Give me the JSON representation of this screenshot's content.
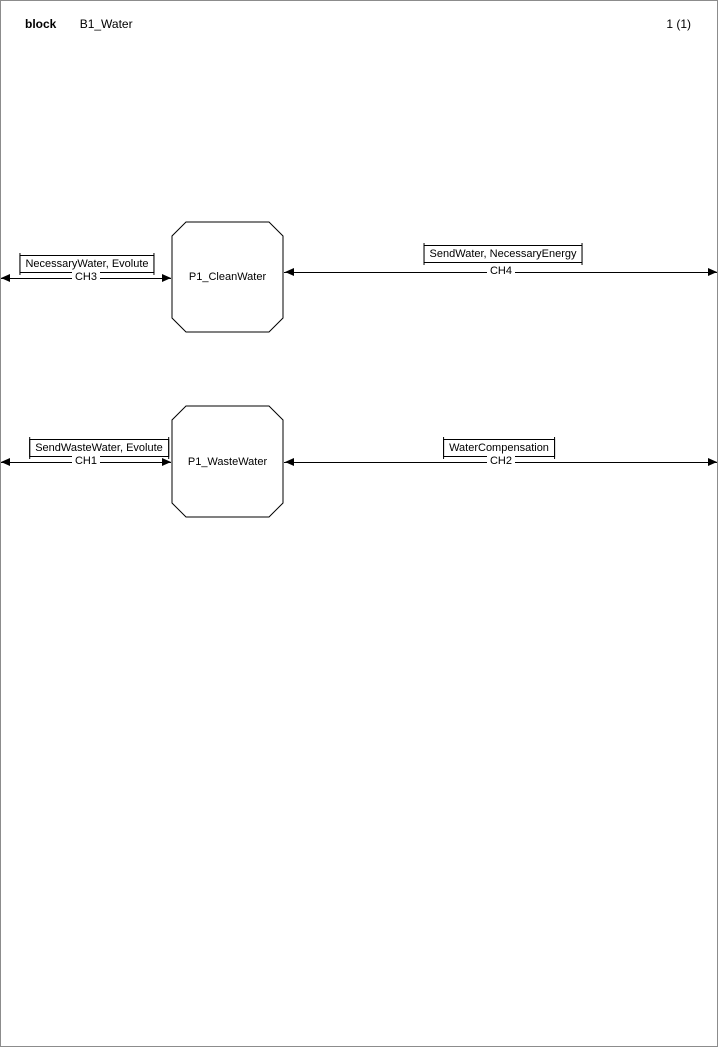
{
  "page": {
    "kind_label": "block",
    "title": "B1_Water",
    "page_number": "1 (1)"
  },
  "processes": [
    {
      "name": "P1_CleanWater"
    },
    {
      "name": "P1_WasteWater"
    }
  ],
  "channels": [
    {
      "name": "CH3",
      "signals": "NecessaryWater, Evolute"
    },
    {
      "name": "CH4",
      "signals": "SendWater, NecessaryEnergy"
    },
    {
      "name": "CH1",
      "signals": "SendWasteWater, Evolute"
    },
    {
      "name": "CH2",
      "signals": "WaterCompensation"
    }
  ]
}
